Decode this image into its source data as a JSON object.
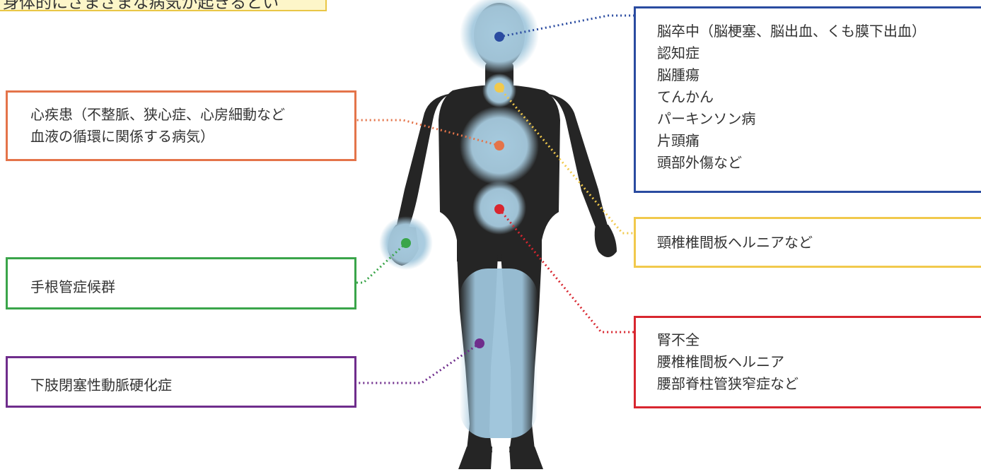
{
  "banner": {
    "text": "身体的にさまざまな病気が起きるとい"
  },
  "boxes": {
    "heart": {
      "lines": [
        "心疾患（不整脈、狭心症、心房細動など",
        "血液の循環に関係する病気）"
      ],
      "color": "#e4744a"
    },
    "wrist": {
      "lines": [
        "手根管症候群"
      ],
      "color": "#3aa54a"
    },
    "leg": {
      "lines": [
        "下肢閉塞性動脈硬化症"
      ],
      "color": "#6f2d8c"
    },
    "brain": {
      "lines": [
        "脳卒中（脳梗塞、脳出血、くも膜下出血）",
        "認知症",
        "脳腫瘍",
        "てんかん",
        "パーキンソン病",
        "片頭痛",
        "頭部外傷など"
      ],
      "color": "#2a4ba0"
    },
    "neck": {
      "lines": [
        "頸椎椎間板ヘルニアなど"
      ],
      "color": "#f1c94c"
    },
    "lumbar": {
      "lines": [
        "腎不全",
        "腰椎椎間板ヘルニア",
        "腰部脊柱管狭窄症など"
      ],
      "color": "#d8262f"
    }
  },
  "colors": {
    "body": "#252525",
    "glow": "#9cc3da",
    "banner_bg": "#fdf6c9",
    "banner_border": "#e9c646"
  }
}
